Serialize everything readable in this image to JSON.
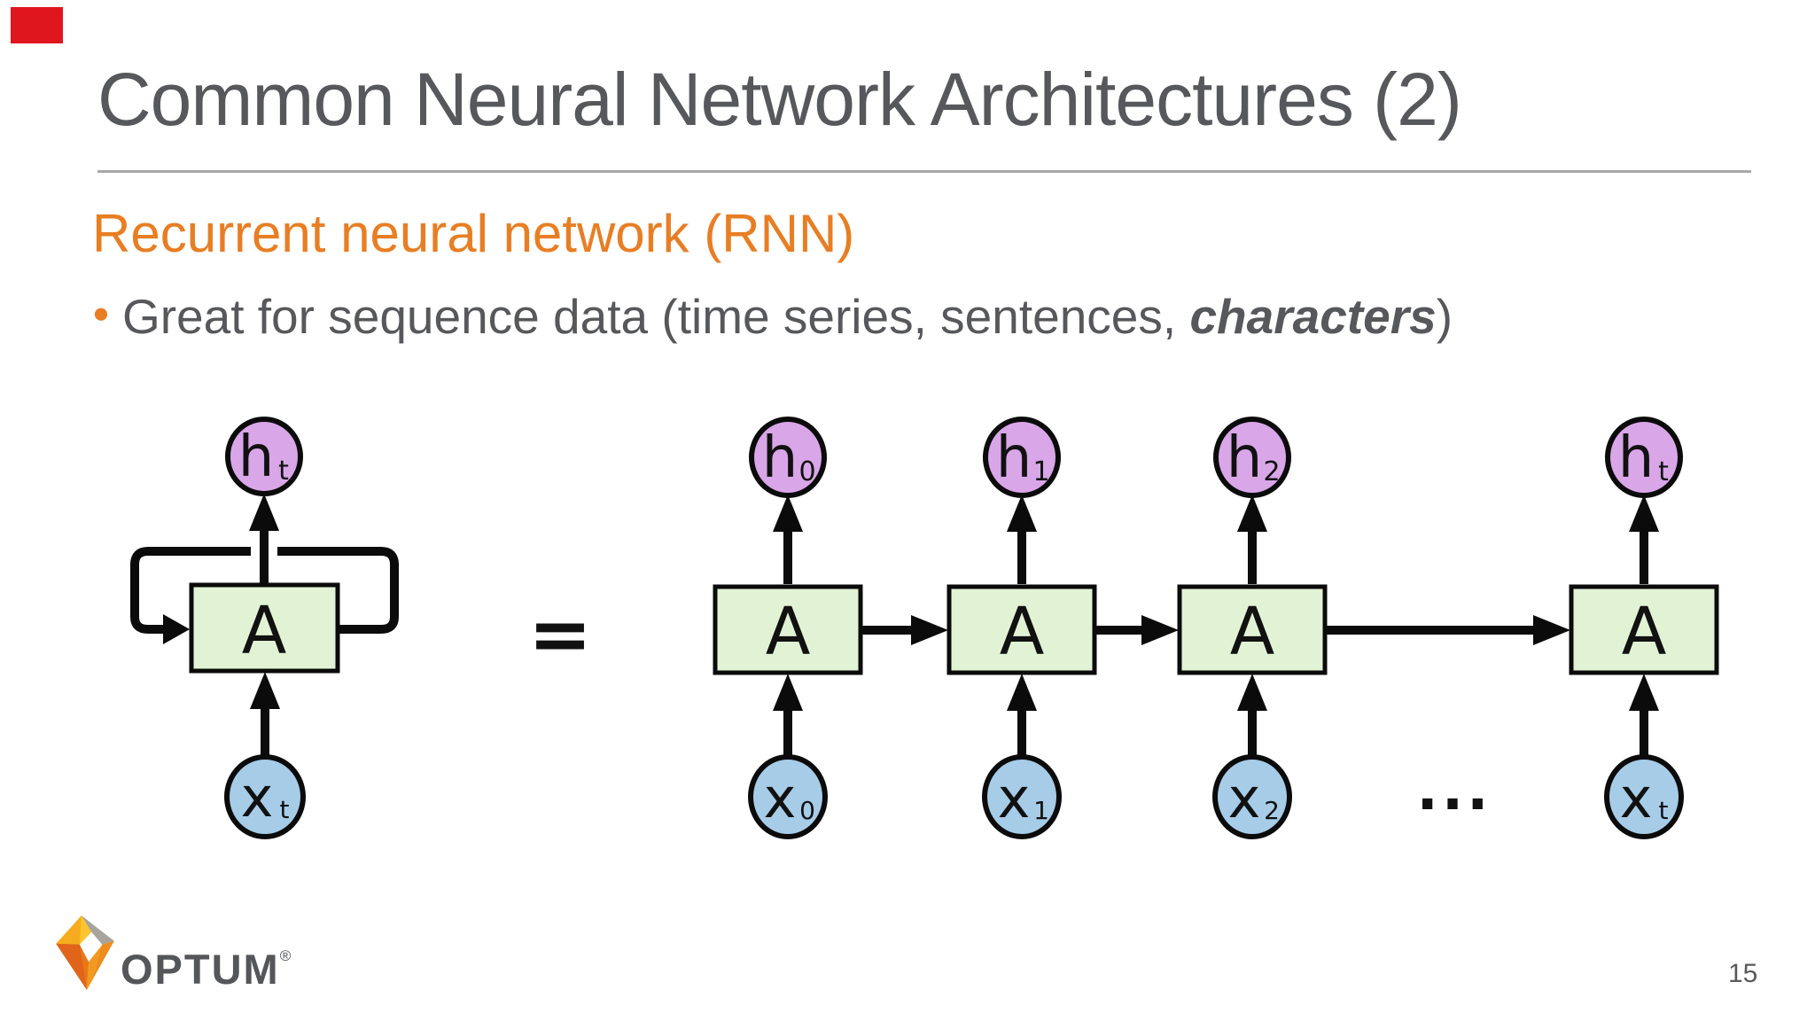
{
  "slide": {
    "title": "Common Neural Network Architectures (2)",
    "heading": "Recurrent neural network (RNN)",
    "bullet_marker": "●",
    "bullet_prefix": "Great for sequence data (time series, sentences, ",
    "bullet_emphasis": "characters",
    "bullet_suffix": ")",
    "page_number": "15"
  },
  "footer": {
    "brand": "OPTUM",
    "registered_mark": "®"
  },
  "colors": {
    "accent_orange": "#E87E23",
    "text_gray": "#57585B",
    "divider_gray": "#A8A8A8",
    "node_purple": "#D9A6E8",
    "node_blue": "#A6CCE8",
    "node_green": "#E2F3D5",
    "stroke_black": "#0B0B0B",
    "indicator_red": "#E0161F"
  },
  "diagram": {
    "equals": "=",
    "ellipsis": "...",
    "cells": [
      "A",
      "A",
      "A",
      "A",
      "A"
    ],
    "rolled": {
      "h_main": "h",
      "h_sub": "t",
      "x_main": "x",
      "x_sub": "t"
    },
    "unrolled": {
      "h_nodes": [
        {
          "main": "h",
          "sub": "0"
        },
        {
          "main": "h",
          "sub": "1"
        },
        {
          "main": "h",
          "sub": "2"
        },
        {
          "main": "h",
          "sub": "t"
        }
      ],
      "x_nodes": [
        {
          "main": "x",
          "sub": "0"
        },
        {
          "main": "x",
          "sub": "1"
        },
        {
          "main": "x",
          "sub": "2"
        },
        {
          "main": "x",
          "sub": "t"
        }
      ]
    }
  }
}
